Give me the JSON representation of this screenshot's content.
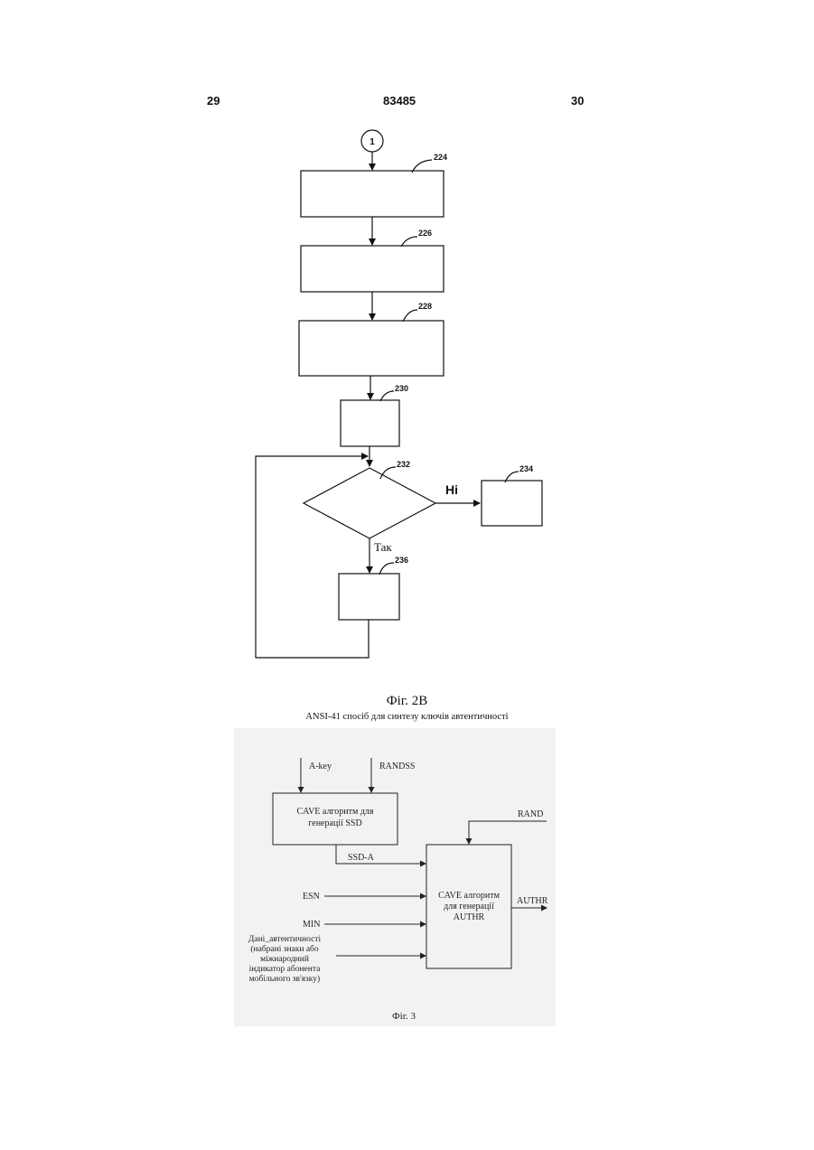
{
  "header": {
    "left_page": "29",
    "doc_number": "83485",
    "right_page": "30"
  },
  "fig2b": {
    "connector": "1",
    "refs": [
      "224",
      "226",
      "228",
      "230",
      "232",
      "234",
      "236"
    ],
    "no_label": "Ні",
    "yes_label": "Так",
    "caption": "Фіг. 2В"
  },
  "fig3": {
    "title": "ANSI-41 спосіб для синтезу ключів автентичності",
    "inputs": {
      "akey": "A-key",
      "randss": "RANDSS",
      "rand": "RAND",
      "ssda": "SSD-A",
      "esn": "ESN",
      "min": "MIN"
    },
    "auth_data_lines": [
      "Дані_автентичності",
      "(набрані знаки або",
      "міжнародний",
      "індикатор абонента",
      "мобільного зв'язку)"
    ],
    "block_ssd_lines": [
      "CAVE алгоритм для",
      "генерації SSD"
    ],
    "block_authr_lines": [
      "CAVE алгоритм",
      "для генерації",
      "AUTHR"
    ],
    "output": "AUTHR",
    "caption": "Фіг. 3"
  }
}
